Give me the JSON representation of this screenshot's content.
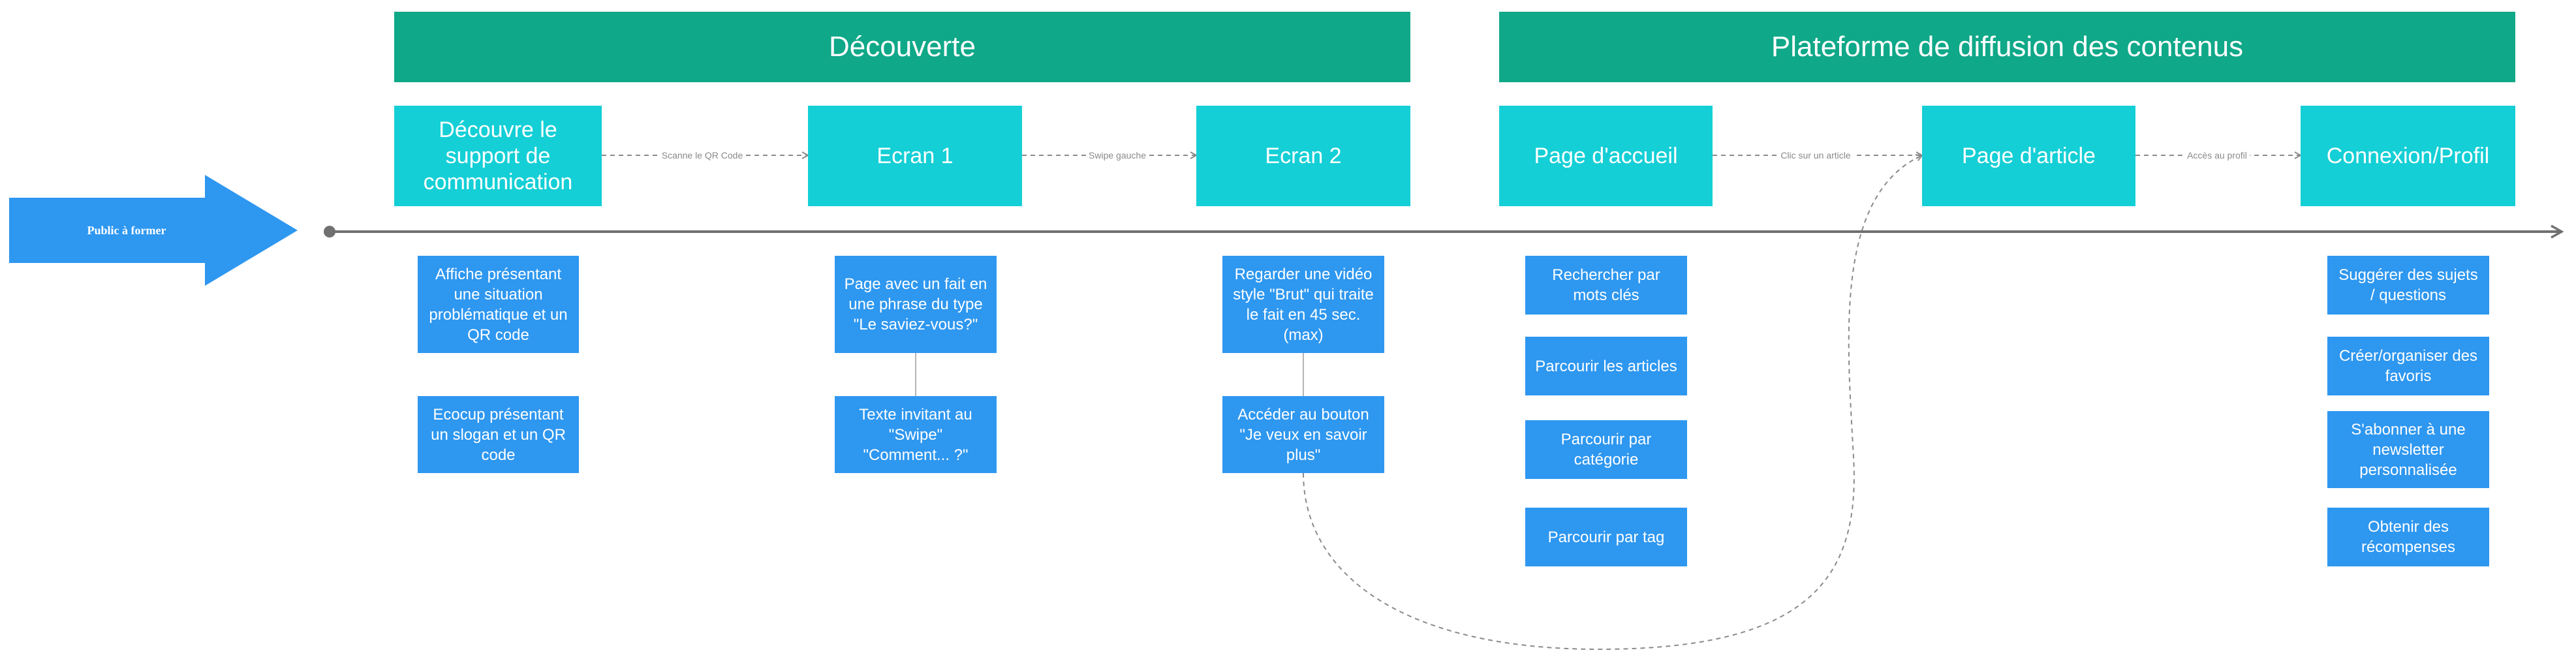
{
  "actor": {
    "label": "Public à former"
  },
  "phases": {
    "discovery": "Découverte",
    "platform": "Plateforme de diffusion des contenus"
  },
  "stages": {
    "support": "Découvre le support de communication",
    "ecran1": "Ecran 1",
    "ecran2": "Ecran 2",
    "accueil": "Page d'accueil",
    "article": "Page d'article",
    "profil": "Connexion/Profil"
  },
  "connectors": {
    "qr": "Scanne le QR Code",
    "swipe": "Swipe gauche",
    "clic": "Clic sur un article",
    "acces": "Accès au profil"
  },
  "cards": {
    "support": [
      "Affiche présentant une situation problématique et un QR code",
      "Ecocup présentant un slogan et un QR code"
    ],
    "ecran1": [
      "Page avec un fait en une phrase du type \"Le saviez-vous?\"",
      "Texte invitant au \"Swipe\" \"Comment... ?\""
    ],
    "ecran2": [
      "Regarder une vidéo style \"Brut\" qui traite le fait en 45 sec. (max)",
      "Accéder au bouton \"Je veux en savoir plus\""
    ],
    "accueil": [
      "Rechercher par mots clés",
      "Parcourir les articles",
      "Parcourir par catégorie",
      "Parcourir par tag"
    ],
    "profil": [
      "Suggérer des sujets / questions",
      "Créer/organiser des favoris",
      "S'abonner à une newsletter personnalisée",
      "Obtenir des récompenses"
    ]
  },
  "colors": {
    "phase": "#0fa888",
    "stage": "#14cfd6",
    "card": "#2e97f0",
    "timeline": "#707070",
    "connector": "#8a8a8a"
  }
}
